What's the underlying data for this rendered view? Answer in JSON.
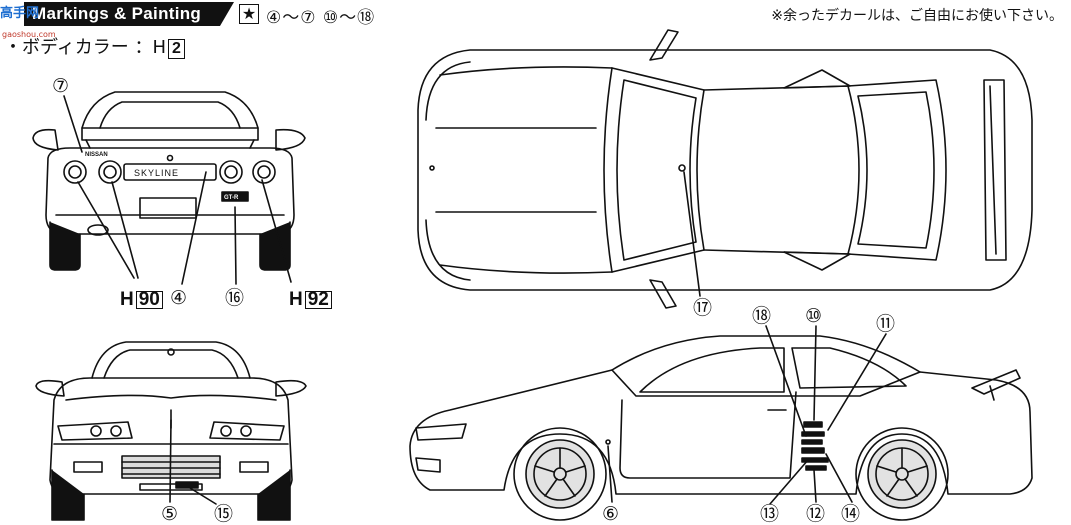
{
  "header": {
    "title": "Markings & Painting",
    "watermark": "高手网",
    "watermark_url": "gaoshou.com",
    "star_icon": "★",
    "decal_ranges": "④～⑦  ⑩～⑱",
    "note": "※余ったデカールは、ご自由にお使い下さい。"
  },
  "body_color": {
    "label": "・ボディカラー ：H",
    "code": "2"
  },
  "rear_view": {
    "callout_7": "⑦",
    "callout_4": "④",
    "callout_16": "⑯",
    "h90_prefix": "H",
    "h90_code": "90",
    "h92_prefix": "H",
    "h92_code": "92",
    "badge_nissan": "NISSAN",
    "badge_skyline": "SKYLINE",
    "badge_gtr": "GT-R"
  },
  "front_view": {
    "callout_5": "⑤",
    "callout_15": "⑮"
  },
  "top_view": {
    "callout_17": "⑰"
  },
  "side_view": {
    "callout_18": "⑱",
    "callout_10": "⑩",
    "callout_11": "⑪",
    "callout_6": "⑥",
    "callout_13": "⑬",
    "callout_12": "⑫",
    "callout_14": "⑭"
  },
  "colors": {
    "ink": "#111111",
    "watermark": "#1f6fd1"
  }
}
